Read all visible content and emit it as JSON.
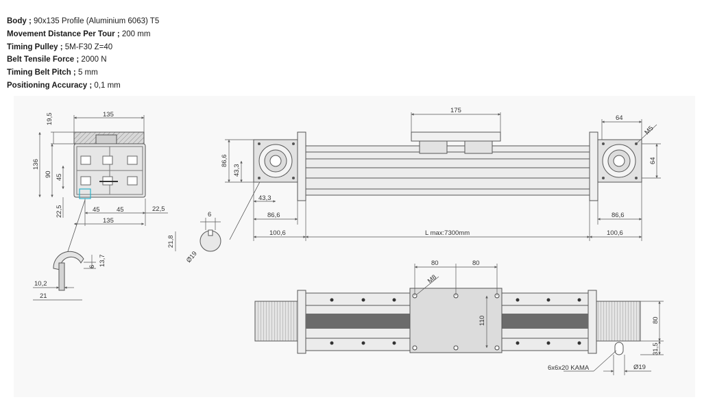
{
  "specs": [
    {
      "label": "Body ;",
      "value": " 90x135 Profile (Aluminium 6063) T5"
    },
    {
      "label": "Movement Distance Per Tour ;",
      "value": " 200 mm"
    },
    {
      "label": "Timing Pulley ;",
      "value": " 5M-F30 Z=40"
    },
    {
      "label": "Belt Tensile Force ;",
      "value": " 2000 N"
    },
    {
      "label": "Timing Belt Pitch ;",
      "value": " 5 mm"
    },
    {
      "label": "Positioning Accuracy ;",
      "value": " 0,1 mm"
    }
  ],
  "dims": {
    "d135_top": "135",
    "d195": "19,5",
    "d136": "136",
    "d90": "90",
    "d45_v": "45",
    "d225_v": "22,5",
    "d45_a": "45",
    "d45_b": "45",
    "d225_h": "22,5",
    "d135_bot": "135",
    "d137": "13,7",
    "d6_slot": "6",
    "d102": "10,2",
    "d21": "21",
    "d6_key": "6",
    "d218": "21,8",
    "d19_shaft": "Ø19",
    "d866_v": "86,6",
    "d433_v": "43,3",
    "d433_h": "43,3",
    "d866_l": "86,6",
    "d1006_l": "100,6",
    "d175": "175",
    "lmax": "L max:7300mm",
    "d64_h": "64",
    "d64_v": "64",
    "m5": "M5",
    "d866_r": "86,6",
    "d1006_r": "100,6",
    "d80_a": "80",
    "d80_b": "80",
    "m8": "M8",
    "d110": "110",
    "d80_v": "80",
    "d315": "31,5",
    "kama": "6x6x20 KAMA",
    "d19_bot": "Ø19"
  },
  "colors": {
    "profile_fill": "#eaeaea",
    "belt": "#6b6b6b",
    "plate": "#dcdcdc",
    "accent": "#2ab0c8"
  }
}
